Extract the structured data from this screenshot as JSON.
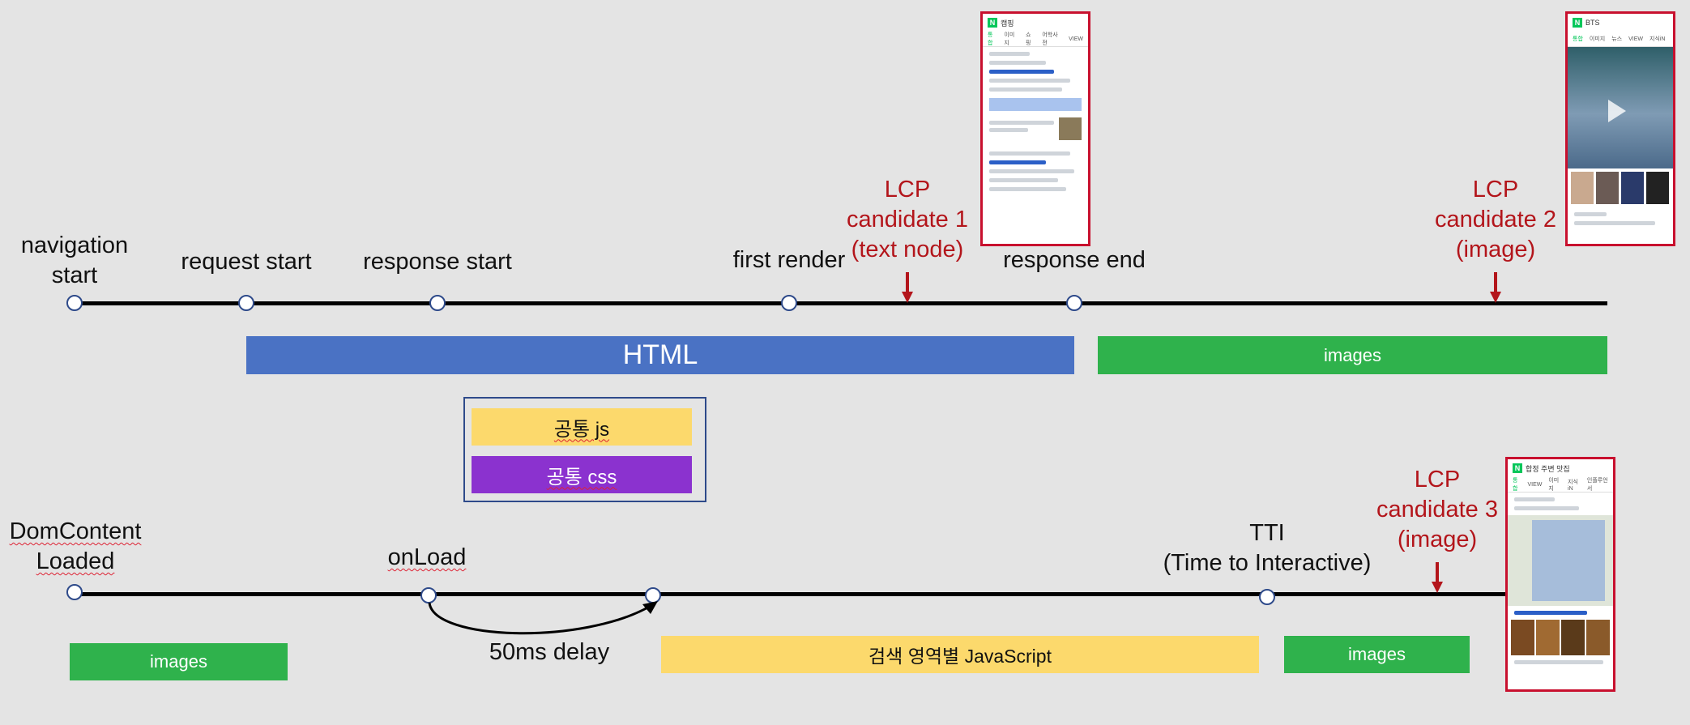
{
  "top_timeline": {
    "markers": [
      {
        "id": "navigation-start",
        "label_lines": [
          "navigation",
          "start"
        ]
      },
      {
        "id": "request-start",
        "label_lines": [
          "request start"
        ]
      },
      {
        "id": "response-start",
        "label_lines": [
          "response start"
        ]
      },
      {
        "id": "first-render",
        "label_lines": [
          "first render"
        ]
      },
      {
        "id": "response-end",
        "label_lines": [
          "response end"
        ]
      }
    ],
    "lcp1": {
      "lines": [
        "LCP",
        "candidate 1",
        "(text node)"
      ]
    },
    "lcp2": {
      "lines": [
        "LCP",
        "candidate 2",
        "(image)"
      ]
    },
    "bars": {
      "html": "HTML",
      "images": "images"
    }
  },
  "common": {
    "js": "공통 js",
    "css": "공통 css"
  },
  "bottom_timeline": {
    "markers": [
      {
        "id": "dom-content-loaded",
        "label_lines": [
          "DomContent",
          "Loaded"
        ]
      },
      {
        "id": "onload",
        "label_lines": [
          "onLoad"
        ]
      },
      {
        "id": "tti",
        "label_lines": [
          "TTI",
          "(Time to Interactive)"
        ]
      }
    ],
    "delay_label": "50ms delay",
    "lcp3": {
      "lines": [
        "LCP",
        "candidate 3",
        "(image)"
      ]
    },
    "bars": {
      "images_left": "images",
      "search_js": "검색 영역별 JavaScript",
      "images_right": "images"
    }
  },
  "thumbnails": {
    "thumb1": {
      "logo": "N",
      "query": "캠핑",
      "tabs": [
        "통합",
        "이미지",
        "쇼핑",
        "어학사전",
        "VIEW"
      ]
    },
    "thumb2": {
      "logo": "N",
      "query": "BTS",
      "tabs": [
        "통합",
        "이미지",
        "뉴스",
        "VIEW",
        "지식iN"
      ]
    },
    "thumb3": {
      "logo": "N",
      "query": "합정 주변 맛집",
      "tabs": [
        "통합",
        "VIEW",
        "이미지",
        "지식iN",
        "인플루언서"
      ]
    }
  },
  "colors": {
    "timeline": "#000000",
    "marker_stroke": "#2e4a8a",
    "html_bar": "#4a72c4",
    "images_bar": "#2fb24c",
    "js_bar": "#fcd96c",
    "css_bar": "#8b32cf",
    "lcp_red": "#b3151b",
    "frame_border": "#2e4a8a"
  }
}
